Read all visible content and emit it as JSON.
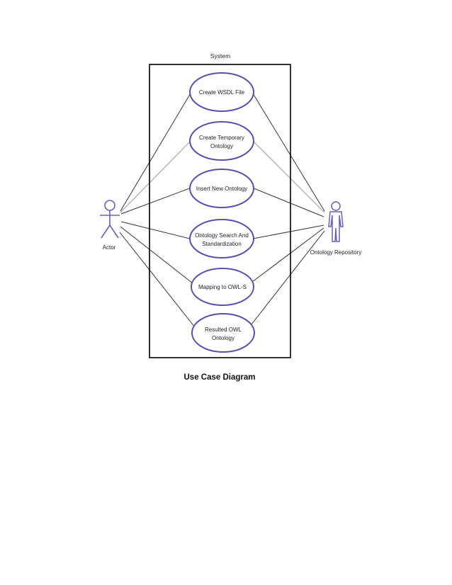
{
  "diagram": {
    "system_label": "System",
    "actor_label": "Actor",
    "repository_label": "Ontology Repository",
    "use_cases": [
      {
        "id": "uc1",
        "lines": [
          "Create WSDL File"
        ]
      },
      {
        "id": "uc2",
        "lines": [
          "Create Temporary",
          "Ontology"
        ]
      },
      {
        "id": "uc3",
        "lines": [
          "Insert New Ontology"
        ]
      },
      {
        "id": "uc4",
        "lines": [
          "Ontology Search And",
          "Standardization"
        ]
      },
      {
        "id": "uc5",
        "lines": [
          "Mapping to OWL-S"
        ]
      },
      {
        "id": "uc6",
        "lines": [
          "Resulted OWL",
          "Ontology"
        ]
      }
    ],
    "colors": {
      "use_case_stroke": "#5a4fa8",
      "actor_stroke": "#6b5fb5",
      "association": "#333333",
      "boundary": "#000000"
    }
  },
  "caption": "Use Case Diagram"
}
